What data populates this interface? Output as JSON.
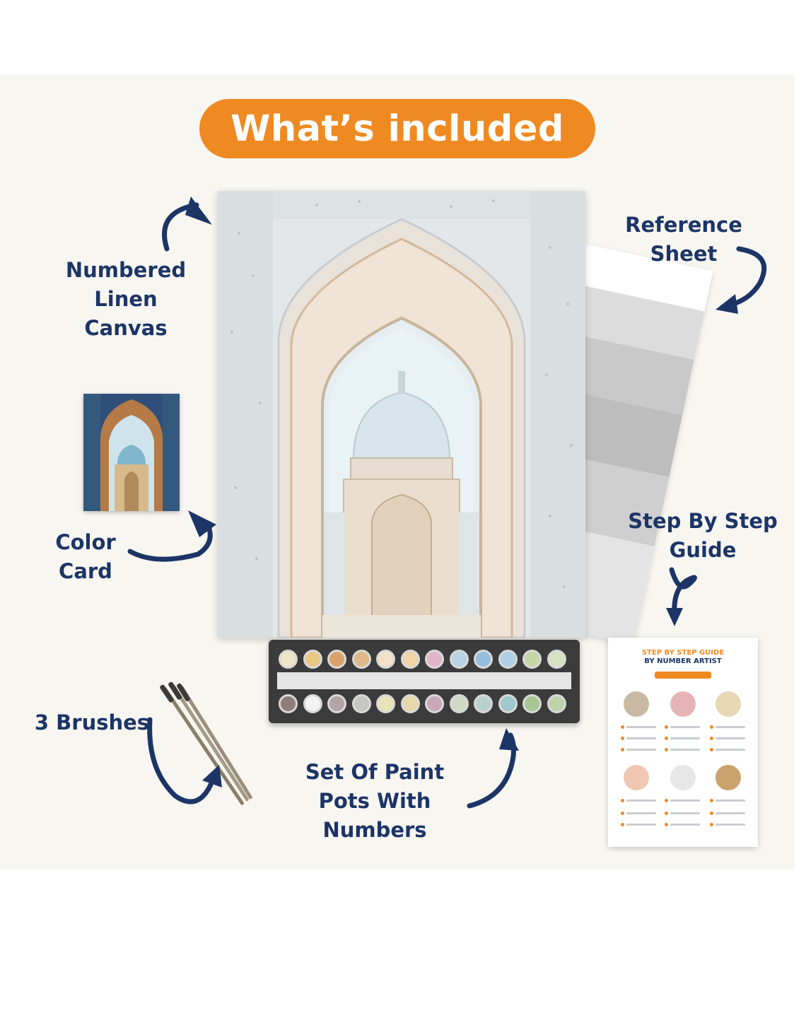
{
  "header": {
    "title": "What’s included"
  },
  "items": {
    "canvas": {
      "line1": "Numbered",
      "line2": "Linen",
      "line3": "Canvas"
    },
    "reference": {
      "line1": "Reference",
      "line2": "Sheet"
    },
    "color_card": {
      "line1": "Color",
      "line2": "Card"
    },
    "guide": {
      "line1": "Step By Step",
      "line2": "Guide"
    },
    "brushes": {
      "line1": "3 Brushes"
    },
    "paint_pots": {
      "line1": "Set Of Paint",
      "line2": "Pots With",
      "line3": "Numbers"
    }
  },
  "guide_sheet": {
    "title": "STEP BY STEP GUIDE",
    "subtitle": "BY NUMBER ARTIST"
  },
  "colors": {
    "accent": "#ef8a22",
    "navy": "#1c3566",
    "panel": "#f8f6f1"
  }
}
